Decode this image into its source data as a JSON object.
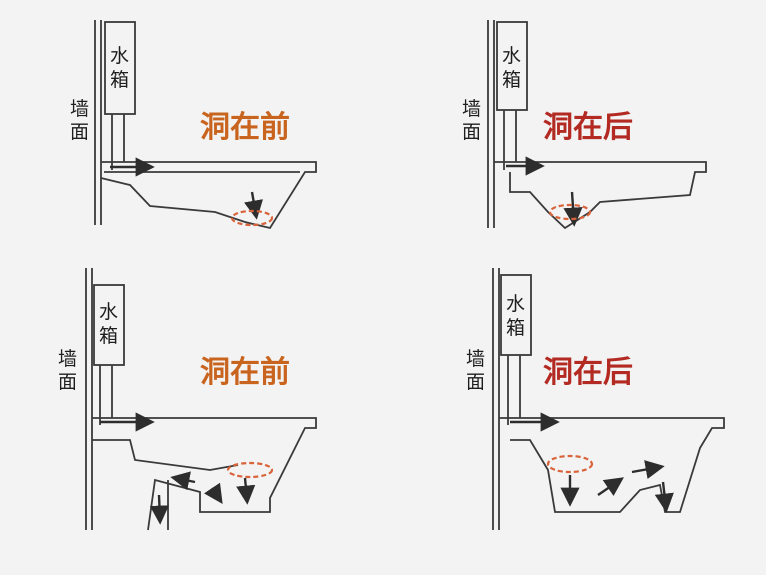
{
  "panels": [
    {
      "position": "top-left",
      "label": "洞在前",
      "label_color": "#c8641e",
      "tank_label": [
        "水",
        "箱"
      ],
      "wall_label": [
        "墙",
        "面"
      ]
    },
    {
      "position": "top-right",
      "label": "洞在后",
      "label_color": "#b32a22",
      "tank_label": [
        "水",
        "箱"
      ],
      "wall_label": [
        "墙",
        "面"
      ]
    },
    {
      "position": "bottom-left",
      "label": "洞在前",
      "label_color": "#c8641e",
      "tank_label": [
        "水",
        "箱"
      ],
      "wall_label": [
        "墙",
        "面"
      ]
    },
    {
      "position": "bottom-right",
      "label": "洞在后",
      "label_color": "#b32a22",
      "tank_label": [
        "水",
        "箱"
      ],
      "wall_label": [
        "墙",
        "面"
      ]
    }
  ],
  "colors": {
    "line": "#3a3a3a",
    "ellipse": "#d9633a",
    "background": "#f3f3f3"
  }
}
